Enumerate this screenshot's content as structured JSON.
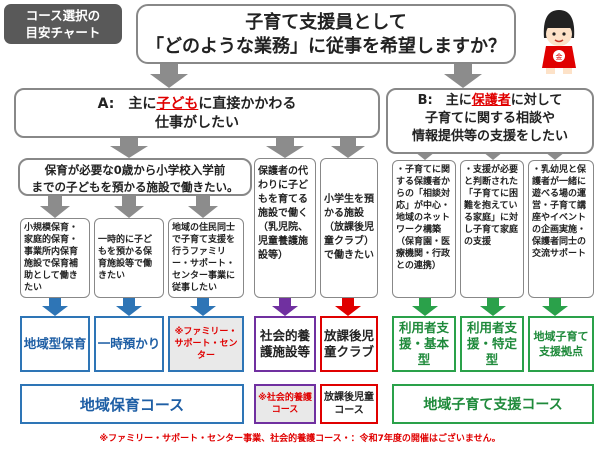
{
  "badge": {
    "line1": "コース選択の",
    "line2": "目安チャート"
  },
  "question": {
    "line1": "子育て支援員として",
    "line2": "「どのような業務」に従事を希望しますか？"
  },
  "category_a": {
    "prefix": "A:　主に",
    "highlight": "子ども",
    "suffix": "に直接かかわる",
    "line2": "仕事がしたい"
  },
  "category_b": {
    "prefix": "B:　主に",
    "highlight": "保護者",
    "suffix": "に対して",
    "line2": "子育てに関する相談や",
    "line3": "情報提供等の支援をしたい"
  },
  "a_sub": {
    "line1": "保育が必要な0歳から小学校入学前",
    "line2": "までの子どもを預かる施設で働きたい。"
  },
  "cards": {
    "c1": "小規模保育・家庭的保育・事業所内保育施設で保育補助として働きたい",
    "c2": "一時的に子どもを預かる保育施設等で働きたい",
    "c3": "地域の住民同士で子育て支援を行うファミリー・サポート・センター事業に従事したい",
    "c4": "保護者の代わりに子どもを育てる施設で働く（乳児院、児童養護施設等）",
    "c5": "小学生を預かる施設（放課後児童クラブ）で働きたい",
    "c6": "・子育てに関する保護者からの「相談対応」が中心・地域のネットワーク構築（保育園・医療機関・行政との連携）",
    "c7": "・支援が必要と判断された「子育てに困難を抱えている家庭」に対し子育て家庭の支援",
    "c8": "・乳幼児と保護者が一緒に遊べる場の運営・子育て講座やイベントの企画実施・保護者同士の交流サポート"
  },
  "results": {
    "r1": "地域型保育",
    "r2": "一時預かり",
    "r3": "※ファミリー・サポート・センター",
    "r4": "社会的養護施設等",
    "r5": "放課後児童クラブ",
    "r6": "利用者支援・基本型",
    "r7": "利用者支援・特定型",
    "r8": "地域子育て支援拠点"
  },
  "courses": {
    "local_childcare": "地域保育コース",
    "social_care": "※社会的養護コース",
    "after_school": "放課後児童コース",
    "local_support": "地域子育て支援コース"
  },
  "footnote": "※ファミリー・サポート・センター事業、社会的養護コース・：令和7年度の開催はございません。",
  "colors": {
    "blue": "#2e75b6",
    "purple": "#7030a0",
    "red": "#e00000",
    "green": "#2aa14a",
    "gray_arrow": "#8c8c8c"
  }
}
